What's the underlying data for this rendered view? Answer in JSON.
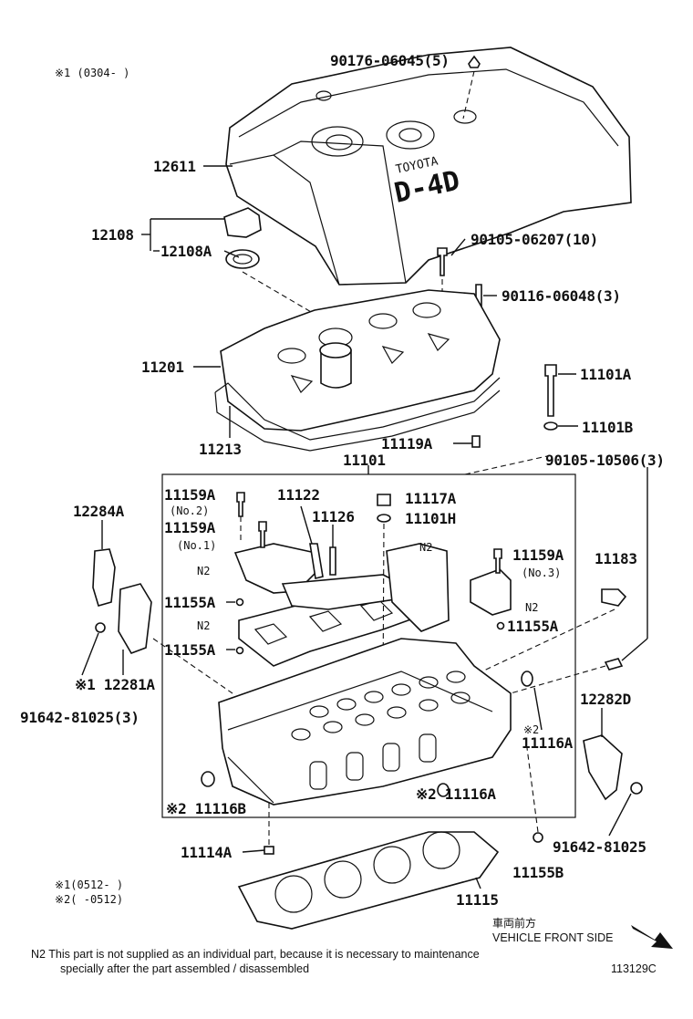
{
  "labels": {
    "cond1": "※1 (0304-      )",
    "p90176": "90176-06045(5)",
    "p12611": "12611",
    "p12108": "12108",
    "p12108A": "12108A",
    "p90105_06207": "90105-06207(10)",
    "p90116": "90116-06048(3)",
    "p11201": "11201",
    "p11101A": "11101A",
    "p11101B": "11101B",
    "p11213": "11213",
    "p11119A": "11119A",
    "p11101": "11101",
    "p90105_10506": "90105-10506(3)",
    "p12284A": "12284A",
    "p11159A_a": "11159A",
    "no2": "(No.2)",
    "p11159A_b": "11159A",
    "no1": "(No.1)",
    "p11122": "11122",
    "p11126": "11126",
    "p11117A": "11117A",
    "p11101H": "11101H",
    "n2_a": "N2",
    "n2_b": "N2",
    "n2_c": "N2",
    "n2_d": "N2",
    "p11159A_c": "11159A",
    "no3": "(No.3)",
    "p11183": "11183",
    "p11155A_a": "11155A",
    "p11155A_b": "11155A",
    "p11155A_c": "11155A",
    "p12281A": "※1 12281A",
    "p91642_a": "91642-81025(3)",
    "p12282D": "12282D",
    "p11116A_a": "11116A",
    "mark2_a": "※2",
    "p11116A_b": "※2 11116A",
    "p11116B": "※2 11116B",
    "p11114A": "11114A",
    "p91642_b": "91642-81025",
    "p11155B": "11155B",
    "cond2": "※1(0512-      )",
    "cond3": "※2(      -0512)",
    "p11115": "11115",
    "front_jp": "車両前方",
    "front_en": "VEHICLE FRONT SIDE",
    "n2_note_1": "N2  This part is not supplied as an individual part, because it is necessary to maintenance",
    "n2_note_2": "specially after the part assembled / disassembled",
    "code": "113129C",
    "logo_toyota": "TOYOTA",
    "logo_d4d": "D-4D"
  }
}
